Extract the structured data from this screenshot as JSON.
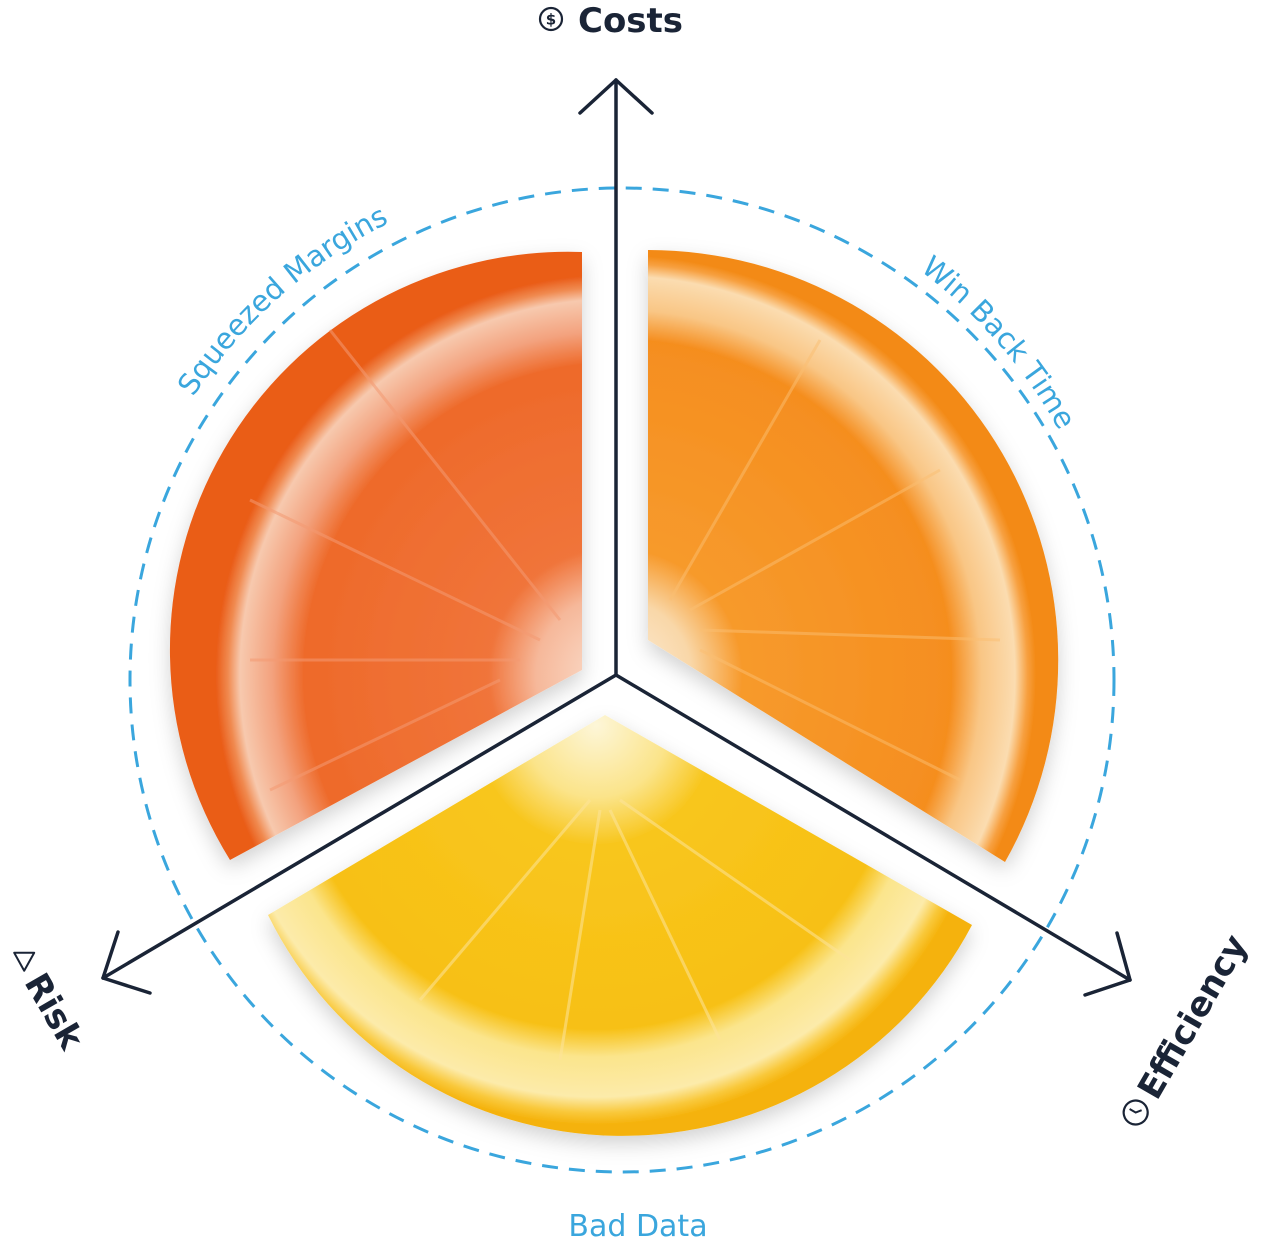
{
  "diagram": {
    "axes": [
      {
        "id": "costs",
        "label": "Costs",
        "icon": "dollar-circle-icon",
        "direction": "up"
      },
      {
        "id": "efficiency",
        "label": "Efficiency",
        "icon": "clock-icon",
        "direction": "down-right"
      },
      {
        "id": "risk",
        "label": "Risk",
        "icon": "warning-triangle-icon",
        "direction": "down-left"
      }
    ],
    "segments": [
      {
        "id": "squeezed-margins",
        "label": "Squeezed Margins",
        "fruit": "blood orange slice",
        "color": "#ef6a22"
      },
      {
        "id": "win-back-time",
        "label": "Win Back Time",
        "fruit": "orange slice",
        "color": "#f7931e"
      },
      {
        "id": "bad-data",
        "label": "Bad Data",
        "fruit": "lemon slice",
        "color": "#f9c21a"
      }
    ],
    "colors": {
      "axis": "#1a2436",
      "dashed_ring": "#3aa6dd",
      "label_text": "#3aa6dd"
    }
  }
}
